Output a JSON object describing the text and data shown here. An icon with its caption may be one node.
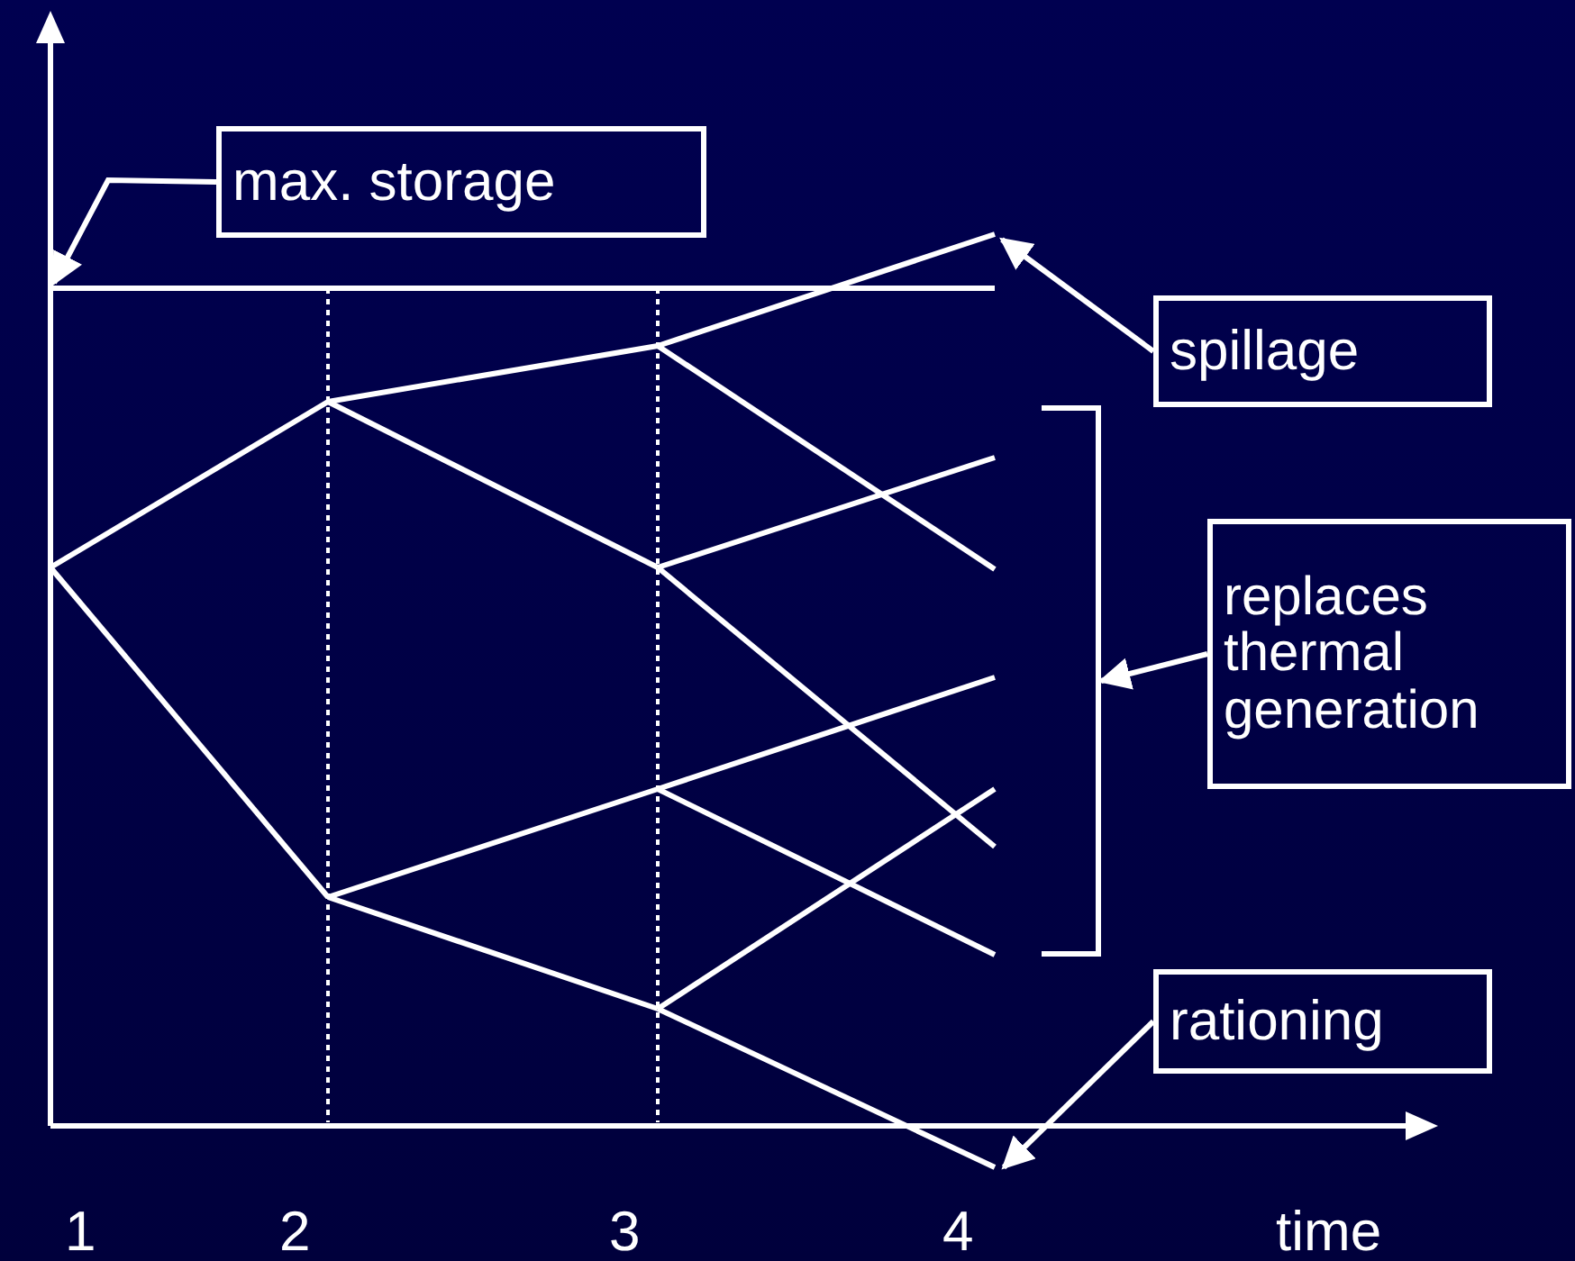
{
  "diagram": {
    "nodes": [
      {
        "text": [
          "max. storage"
        ]
      },
      {
        "text": [
          "spillage"
        ]
      },
      {
        "text": [
          "replaces thermal generation"
        ]
      },
      {
        "text": [
          "rationing"
        ]
      },
      {
        "text": [],
        "shape": "bracket"
      }
    ],
    "edges": [
      {
        "from": 0,
        "to": null,
        "arrow": "to"
      },
      {
        "from": 1,
        "to": null,
        "arrow": "to"
      },
      {
        "from": 2,
        "to": 4,
        "arrow": "to"
      },
      {
        "from": 3,
        "to": null,
        "arrow": "to"
      }
    ],
    "labels": [
      "1",
      "2",
      "3",
      "4",
      "time"
    ]
  }
}
